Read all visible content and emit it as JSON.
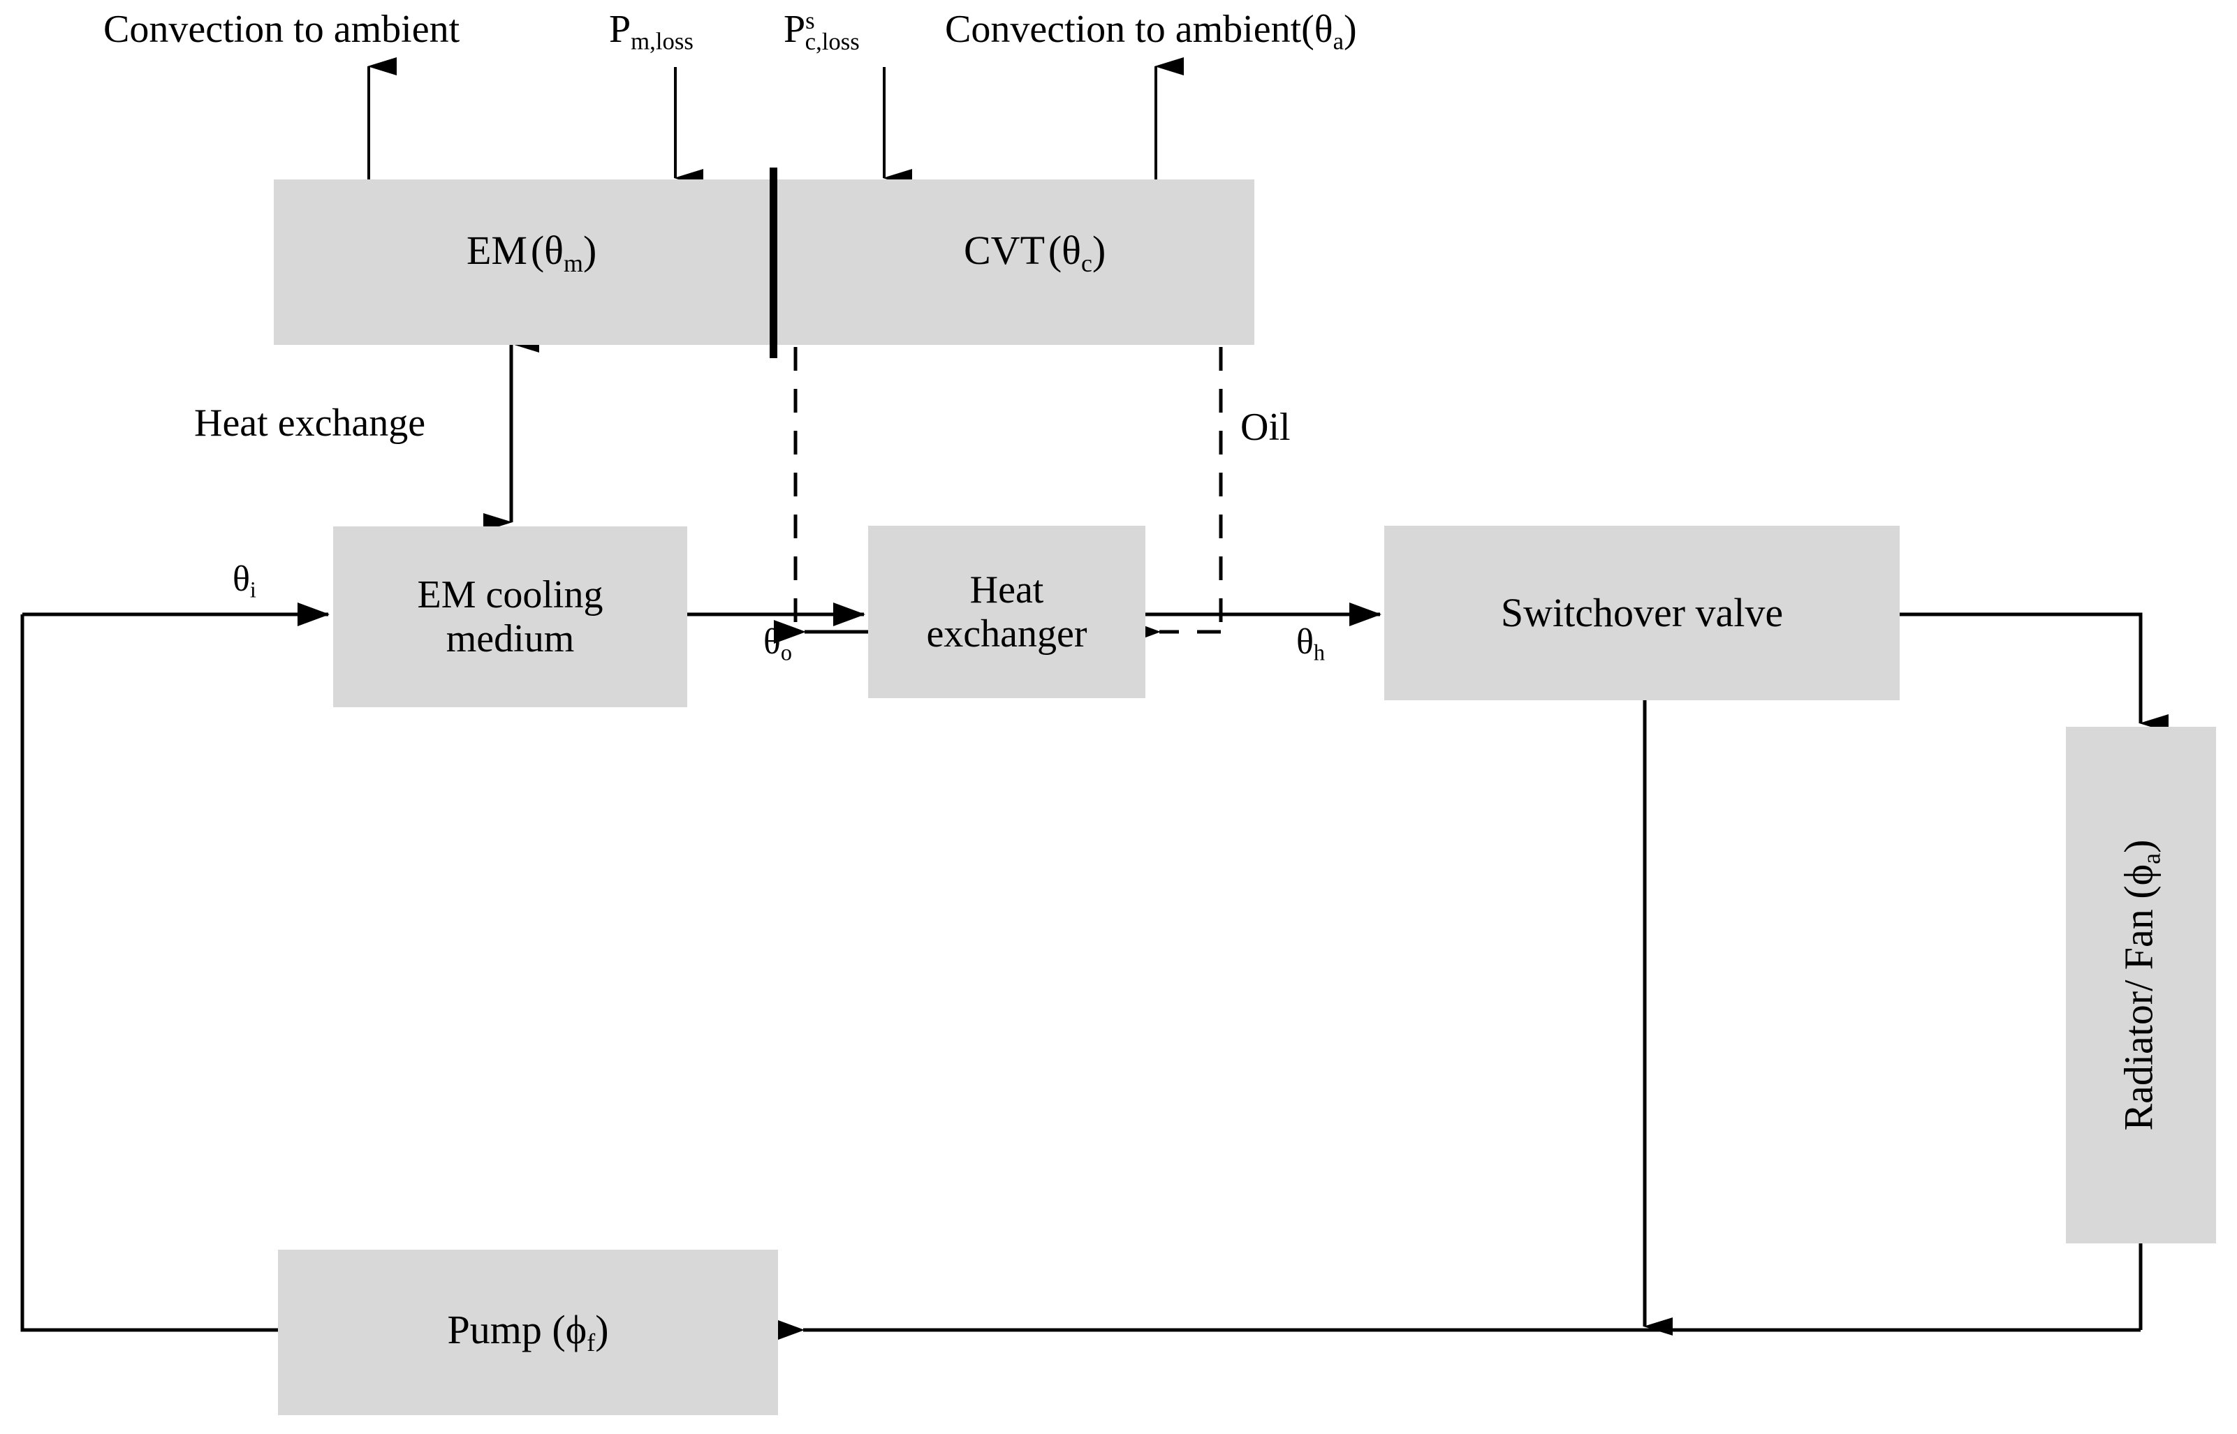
{
  "diagram": {
    "title": "Thermal management block diagram of EM and CVT cooling circuit",
    "colors": {
      "box_fill": "#d8d8d8",
      "line": "#000000",
      "background": "#ffffff"
    },
    "boxes": {
      "em_cvt": {
        "em_label": "EM",
        "em_symbol_open": "(",
        "em_symbol": "θ",
        "em_symbol_sub": "m",
        "em_symbol_close": ")",
        "cvt_label": "CVT",
        "cvt_symbol_open": "(",
        "cvt_symbol": "θ",
        "cvt_symbol_sub": "c",
        "cvt_symbol_close": ")"
      },
      "em_cooling_medium": {
        "line1": "EM cooling",
        "line2": "medium"
      },
      "heat_exchanger": {
        "line1": "Heat",
        "line2": "exchanger"
      },
      "switchover_valve": {
        "label": "Switchover valve"
      },
      "radiator_fan": {
        "label": "Radiator/ Fan",
        "symbol_open": "(",
        "symbol": "ϕ",
        "symbol_sub": "a",
        "symbol_close": ")"
      },
      "pump": {
        "label": "Pump",
        "symbol_open": "(",
        "symbol": "ϕ",
        "symbol_sub": "f",
        "symbol_close": ")"
      }
    },
    "labels": {
      "convection_left": "Convection to ambient",
      "convection_right": "Convection to ambient(",
      "convection_right_symbol": "θ",
      "convection_right_sub": "a",
      "convection_right_close": ")",
      "p_m_loss_base": "P",
      "p_m_loss_sub": "m,loss",
      "p_c_loss_base": "P",
      "p_c_loss_sup": "s",
      "p_c_loss_sub": "c,loss",
      "heat_exchange": "Heat exchange",
      "oil": "Oil",
      "theta_i_base": "θ",
      "theta_i_sub": "i",
      "theta_o_base": "θ",
      "theta_o_sub": "o",
      "theta_h_base": "θ",
      "theta_h_sub": "h"
    }
  }
}
